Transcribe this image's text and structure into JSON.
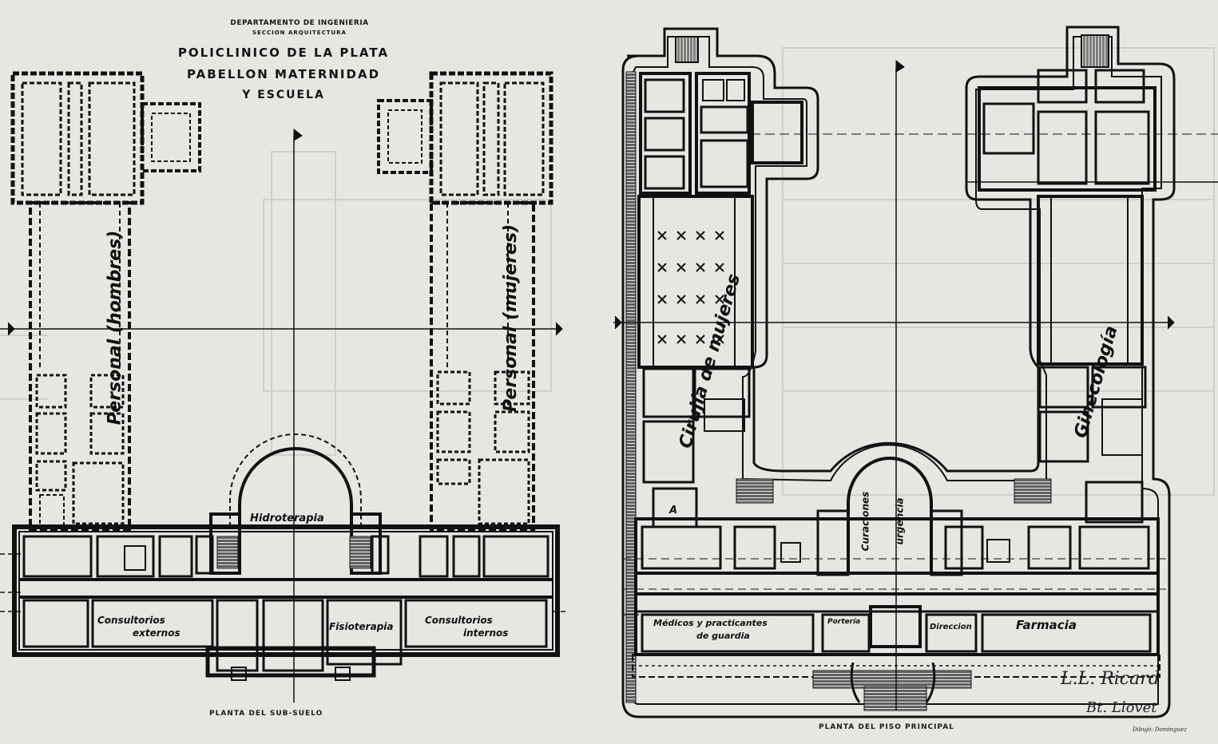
{
  "header": {
    "line1": "DEPARTAMENTO DE INGENIERIA",
    "line2": "SECCION ARQUITECTURA",
    "line3": "POLICLINICO DE LA PLATA",
    "line4": "PABELLON MATERNIDAD",
    "line5": "Y ESCUELA"
  },
  "plans": {
    "left_caption": "PLANTA DEL SUB-SUELO",
    "right_caption": "PLANTA DEL PISO PRINCIPAL"
  },
  "rooms": {
    "personal_hombres": "Personal (hombres)",
    "personal_mujeres": "Personal (mujeres)",
    "hidroterapia": "Hidroterapia",
    "consultorios_externos_1": "Consultorios",
    "consultorios_externos_2": "externos",
    "fisioterapia": "Fisioterapia",
    "consultorios_internos_1": "Consultorios",
    "consultorios_internos_2": "internos",
    "cirugia_mujeres": "Cirujía de mujeres",
    "ginecologia": "Ginecología",
    "curaciones_1": "Curaciones",
    "curaciones_2": "urgencia",
    "medicos_1": "Médicos y practicantes",
    "medicos_2": "de guardia",
    "farmacia": "Farmacia",
    "direccion": "Direccion",
    "porteria": "Portería",
    "room_a": "A"
  },
  "signatures": {
    "sig1": "L.L. Ricard",
    "sig2": "Bt. Llovet",
    "small": "Dibujó: Dominguez"
  },
  "colors": {
    "paper": "#e6e6e3",
    "ink": "#141414"
  }
}
